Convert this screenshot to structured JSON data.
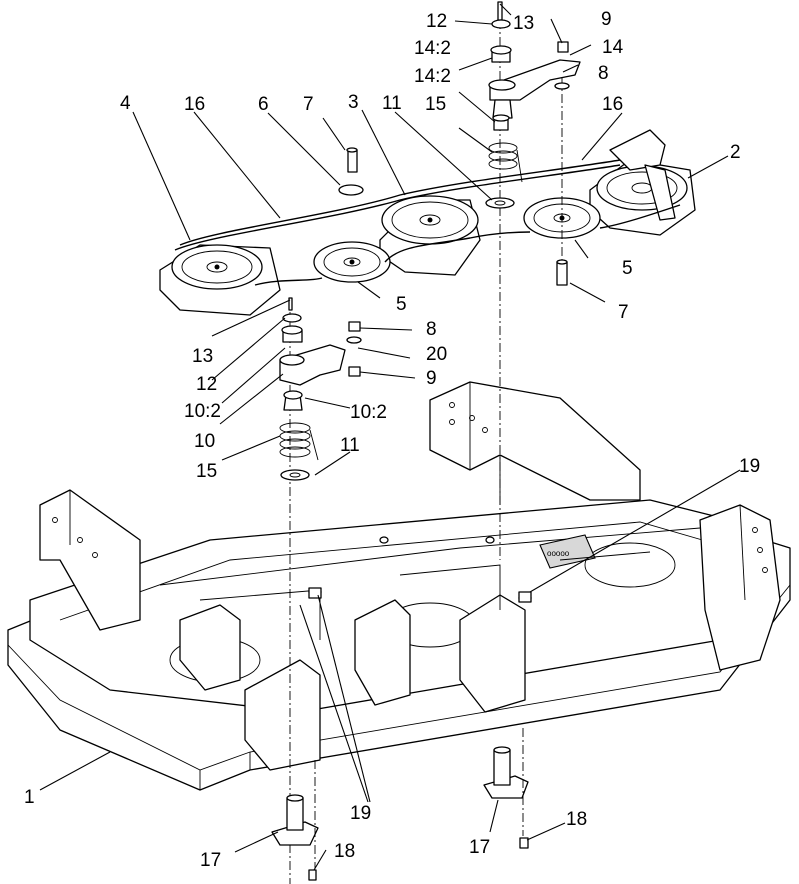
{
  "callouts": [
    {
      "name": "callout-1",
      "label": "1"
    },
    {
      "name": "callout-2",
      "label": "2"
    },
    {
      "name": "callout-3",
      "label": "3"
    },
    {
      "name": "callout-4",
      "label": "4"
    },
    {
      "name": "callout-5-right",
      "label": "5"
    },
    {
      "name": "callout-5-left",
      "label": "5"
    },
    {
      "name": "callout-6",
      "label": "6"
    },
    {
      "name": "callout-7-top",
      "label": "7"
    },
    {
      "name": "callout-7-right",
      "label": "7"
    },
    {
      "name": "callout-8-top",
      "label": "8"
    },
    {
      "name": "callout-8-mid",
      "label": "8"
    },
    {
      "name": "callout-9-top",
      "label": "9"
    },
    {
      "name": "callout-9-mid",
      "label": "9"
    },
    {
      "name": "callout-10",
      "label": "10"
    },
    {
      "name": "callout-10-2-left",
      "label": "10:2"
    },
    {
      "name": "callout-10-2-right",
      "label": "10:2"
    },
    {
      "name": "callout-11-top",
      "label": "11"
    },
    {
      "name": "callout-11-mid",
      "label": "11"
    },
    {
      "name": "callout-12-top",
      "label": "12"
    },
    {
      "name": "callout-12-left",
      "label": "12"
    },
    {
      "name": "callout-13-top",
      "label": "13"
    },
    {
      "name": "callout-13-left",
      "label": "13"
    },
    {
      "name": "callout-14",
      "label": "14"
    },
    {
      "name": "callout-14-2-upper",
      "label": "14:2"
    },
    {
      "name": "callout-14-2-lower",
      "label": "14:2"
    },
    {
      "name": "callout-15-top",
      "label": "15"
    },
    {
      "name": "callout-15-left",
      "label": "15"
    },
    {
      "name": "callout-16-left",
      "label": "16"
    },
    {
      "name": "callout-16-right",
      "label": "16"
    },
    {
      "name": "callout-17-left",
      "label": "17"
    },
    {
      "name": "callout-17-right",
      "label": "17"
    },
    {
      "name": "callout-18-left",
      "label": "18"
    },
    {
      "name": "callout-18-right",
      "label": "18"
    },
    {
      "name": "callout-19-right",
      "label": "19"
    },
    {
      "name": "callout-19-mid",
      "label": "19"
    },
    {
      "name": "callout-20",
      "label": "20"
    }
  ]
}
